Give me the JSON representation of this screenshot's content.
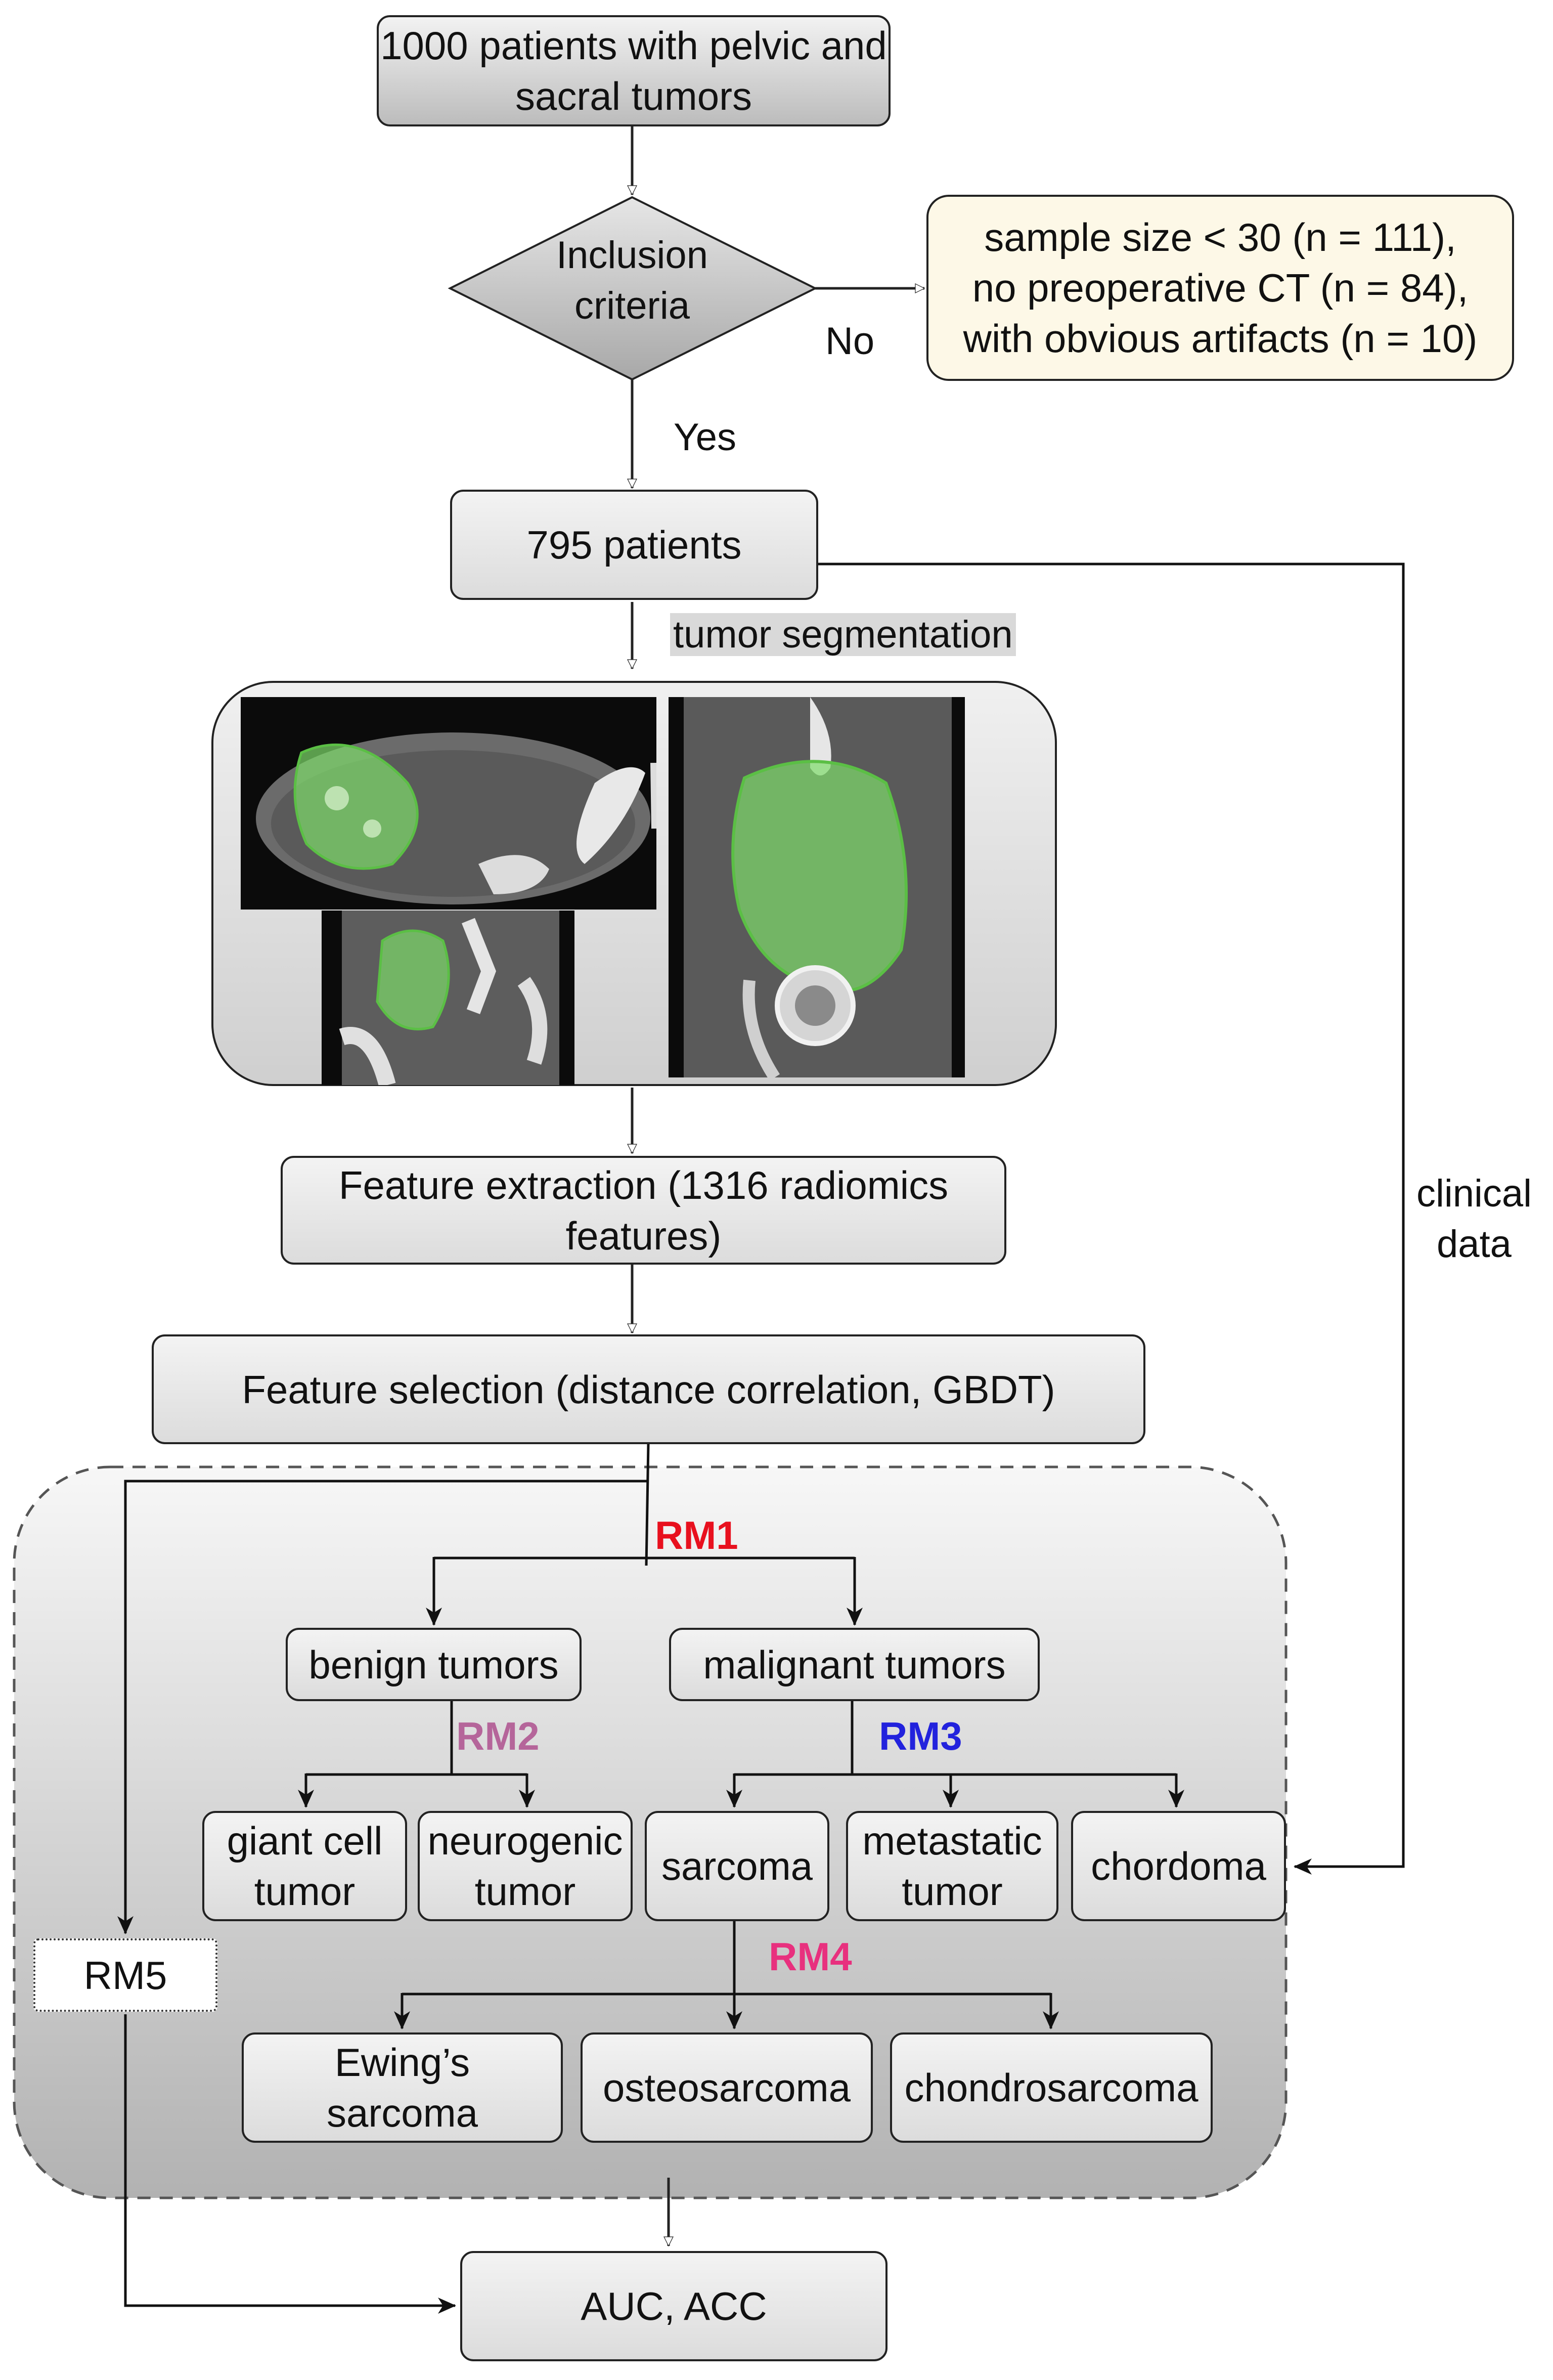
{
  "nodes": {
    "patients_total": "1000 patients with pelvic and sacral tumors",
    "inclusion": "Inclusion criteria",
    "exclusion": [
      "sample size < 30 (n = 111),",
      "no preoperative CT (n = 84),",
      "with obvious artifacts (n = 10)"
    ],
    "patients_included": "795 patients",
    "feature_extraction": "Feature extraction (1316 radiomics features)",
    "feature_selection": "Feature selection (distance correlation, GBDT)",
    "benign": "benign tumors",
    "malignant": "malignant tumors",
    "giant_cell": "giant cell tumor",
    "neurogenic": "neurogenic tumor",
    "sarcoma": "sarcoma",
    "metastatic": "metastatic tumor",
    "chordoma": "chordoma",
    "ewing": "Ewing’s sarcoma",
    "osteosarcoma": "osteosarcoma",
    "chondrosarcoma": "chondrosarcoma",
    "rm5": "RM5",
    "evaluation": "AUC, ACC"
  },
  "edge_labels": {
    "no": "No",
    "yes": "Yes",
    "segmentation": "tumor segmentation",
    "clinical": "clinical data"
  },
  "models": {
    "rm1": {
      "label": "RM1",
      "color": "#e8101e"
    },
    "rm2": {
      "label": "RM2",
      "color": "#b5659a"
    },
    "rm3": {
      "label": "RM3",
      "color": "#2222dd"
    },
    "rm4": {
      "label": "RM4",
      "color": "#e8307e"
    }
  },
  "colors": {
    "segmentation_overlay": "#7ddc6a",
    "exclusion_fill": "#fdf8e7",
    "group_fill": "#c4c4c4"
  },
  "images": [
    "axial-ct-slice",
    "coronal-ct-slice",
    "sagittal-ct-slice"
  ]
}
